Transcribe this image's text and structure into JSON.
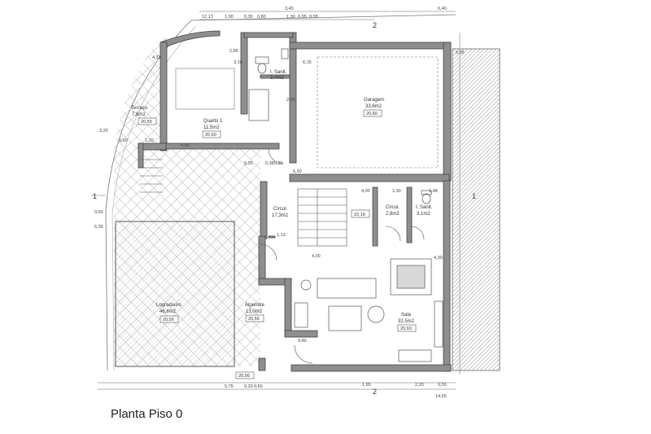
{
  "caption": "Planta Piso 0",
  "rooms": {
    "terraco": {
      "name": "Terraço",
      "area": "7,8m2",
      "elev": "20,55"
    },
    "quarto": {
      "name": "Quarto 1",
      "area": "11,5m2",
      "elev": "20,60"
    },
    "isanit1": {
      "name": "I. Sanit.",
      "area": "3,4m2"
    },
    "garagem": {
      "name": "Garagem",
      "area": "33,6m2",
      "elev": "20,60"
    },
    "circul1": {
      "name": "Circul.",
      "area": "17,3m2"
    },
    "stair_elev": "22,16",
    "circul2": {
      "name": "Circul.",
      "area": "2,8m2"
    },
    "isanit2": {
      "name": "I. Sanit.",
      "area": "3,1m2"
    },
    "logradouro": {
      "name": "Logradouro",
      "area": "46,6m2",
      "elev": "20,56"
    },
    "alpendre": {
      "name": "Alpendre",
      "area": "13,0m2",
      "elev": "20,56"
    },
    "sala": {
      "name": "Sala",
      "area": "32,5m2",
      "elev": "20,60"
    },
    "bottom_elev": "20,56"
  },
  "section_marks": [
    "2",
    "2",
    "1",
    "1"
  ],
  "dims": {
    "top": [
      "3,45",
      "6,40",
      "12,13",
      "1,00",
      "0,30",
      "0,80",
      "1,30",
      "0,55",
      "0,55"
    ],
    "mid": [
      "3,10",
      "6,15",
      "4,31",
      "2,85",
      "2,65",
      "0,60",
      "1,20",
      "4,95",
      "0,38",
      "5,95",
      "0,30",
      "4,00",
      "1,30",
      "1,48",
      "1,13",
      "4,00",
      "4,30",
      "9,46",
      "6,95",
      "3,20",
      "5,35",
      "0,50",
      "6,50"
    ],
    "bottom": [
      "5,75",
      "0,20",
      "0,60",
      "1,85",
      "2,20",
      "0,55",
      "14,55"
    ]
  }
}
